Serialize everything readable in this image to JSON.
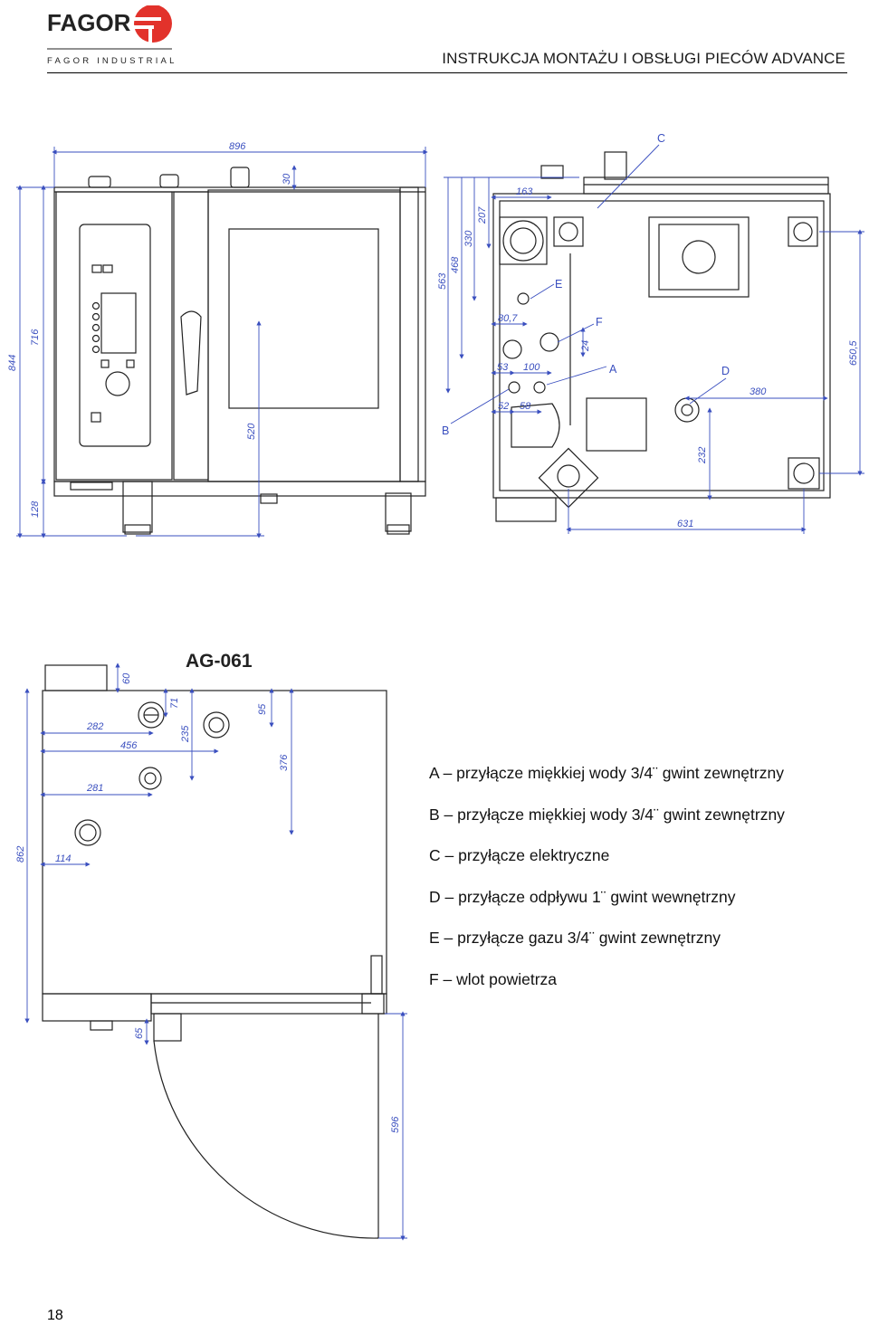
{
  "header": {
    "brand": "FAGOR",
    "brand_sub": "FAGOR INDUSTRIAL",
    "title": "INSTRUKCJA MONTAŻU I OBSŁUGI PIECÓW ADVANCE"
  },
  "model_label": "AG-061",
  "dimensions": {
    "front": {
      "width": "896",
      "chimney": "30",
      "height_total": "844",
      "height_body": "716",
      "legs": "128",
      "door_height": "520"
    },
    "back": {
      "d163": "163",
      "d207": "207",
      "d330": "330",
      "d468": "468",
      "d563": "563",
      "d80_7": "80,7",
      "d24": "24",
      "d53": "53",
      "d100": "100",
      "d52": "52",
      "d58": "58",
      "d380": "380",
      "d232": "232",
      "d650_5": "650,5",
      "d631": "631"
    },
    "top": {
      "d60": "60",
      "d71": "71",
      "d95": "95",
      "d282": "282",
      "d235": "235",
      "d456": "456",
      "d376": "376",
      "d281": "281",
      "d862": "862",
      "d114": "114",
      "d65": "65",
      "d596": "596"
    }
  },
  "callouts": {
    "A": "A",
    "B": "B",
    "C": "C",
    "D": "D",
    "E": "E",
    "F": "F"
  },
  "legend": [
    "A – przyłącze miękkiej wody 3/4¨ gwint zewnętrzny",
    "B – przyłącze miękkiej wody 3/4¨ gwint zewnętrzny",
    "C – przyłącze elektryczne",
    "D – przyłącze odpływu 1¨ gwint wewnętrzny",
    "E – przyłącze gazu 3/4¨ gwint zewnętrzny",
    "F – wlot powietrza"
  ],
  "page_number": "18",
  "colors": {
    "brand_red": "#e2322b",
    "dimension_blue": "#3a4fbf",
    "line": "#222222"
  }
}
